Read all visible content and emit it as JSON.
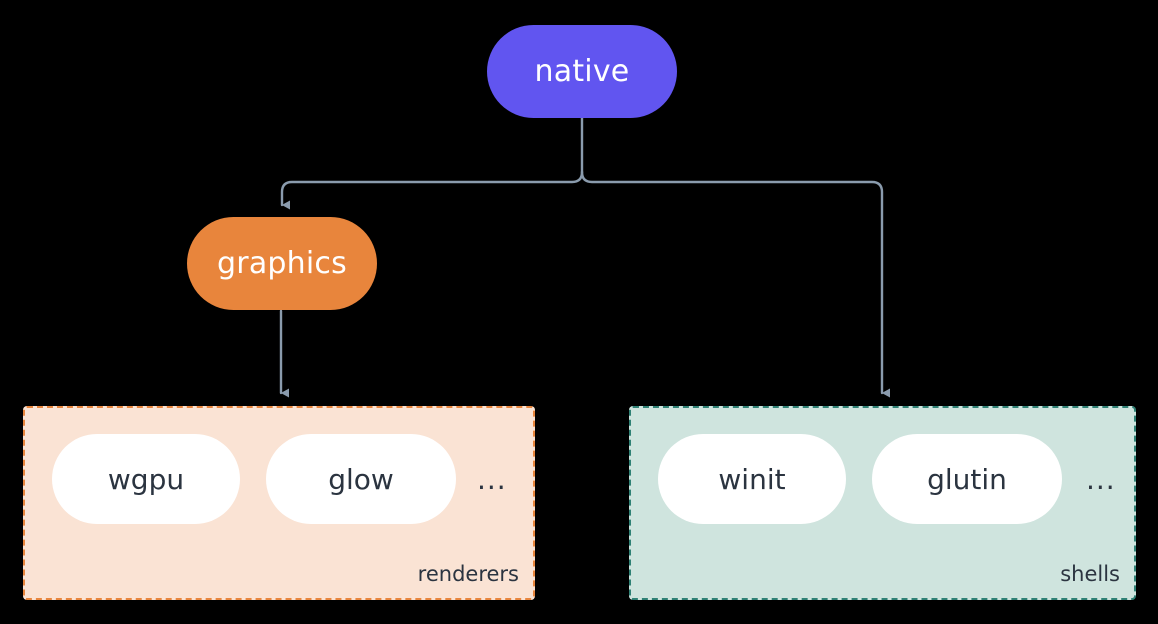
{
  "diagram": {
    "title": "native",
    "background_color": "#000000",
    "edge_color": "#8a9bad",
    "nodes": [
      {
        "id": "native",
        "label": "native",
        "shape": "rounded-pill",
        "fill": "#6155f0",
        "text_color": "#ffffff"
      },
      {
        "id": "graphics",
        "label": "graphics",
        "shape": "rounded-pill",
        "fill": "#e8853c",
        "text_color": "#ffffff"
      }
    ],
    "clusters": [
      {
        "id": "renderers",
        "label": "renderers",
        "fill": "#fae3d4",
        "border_color": "#e8853c",
        "border_style": "dashed",
        "items": [
          "wgpu",
          "glow"
        ],
        "overflow": "..."
      },
      {
        "id": "shells",
        "label": "shells",
        "fill": "#cfe4de",
        "border_color": "#2f8175",
        "border_style": "dashed",
        "items": [
          "winit",
          "glutin"
        ],
        "overflow": "..."
      }
    ],
    "edges": [
      {
        "from": "native",
        "to": "graphics",
        "arrow": true
      },
      {
        "from": "native",
        "to": "shells",
        "arrow": true
      },
      {
        "from": "graphics",
        "to": "renderers",
        "arrow": true
      }
    ]
  }
}
